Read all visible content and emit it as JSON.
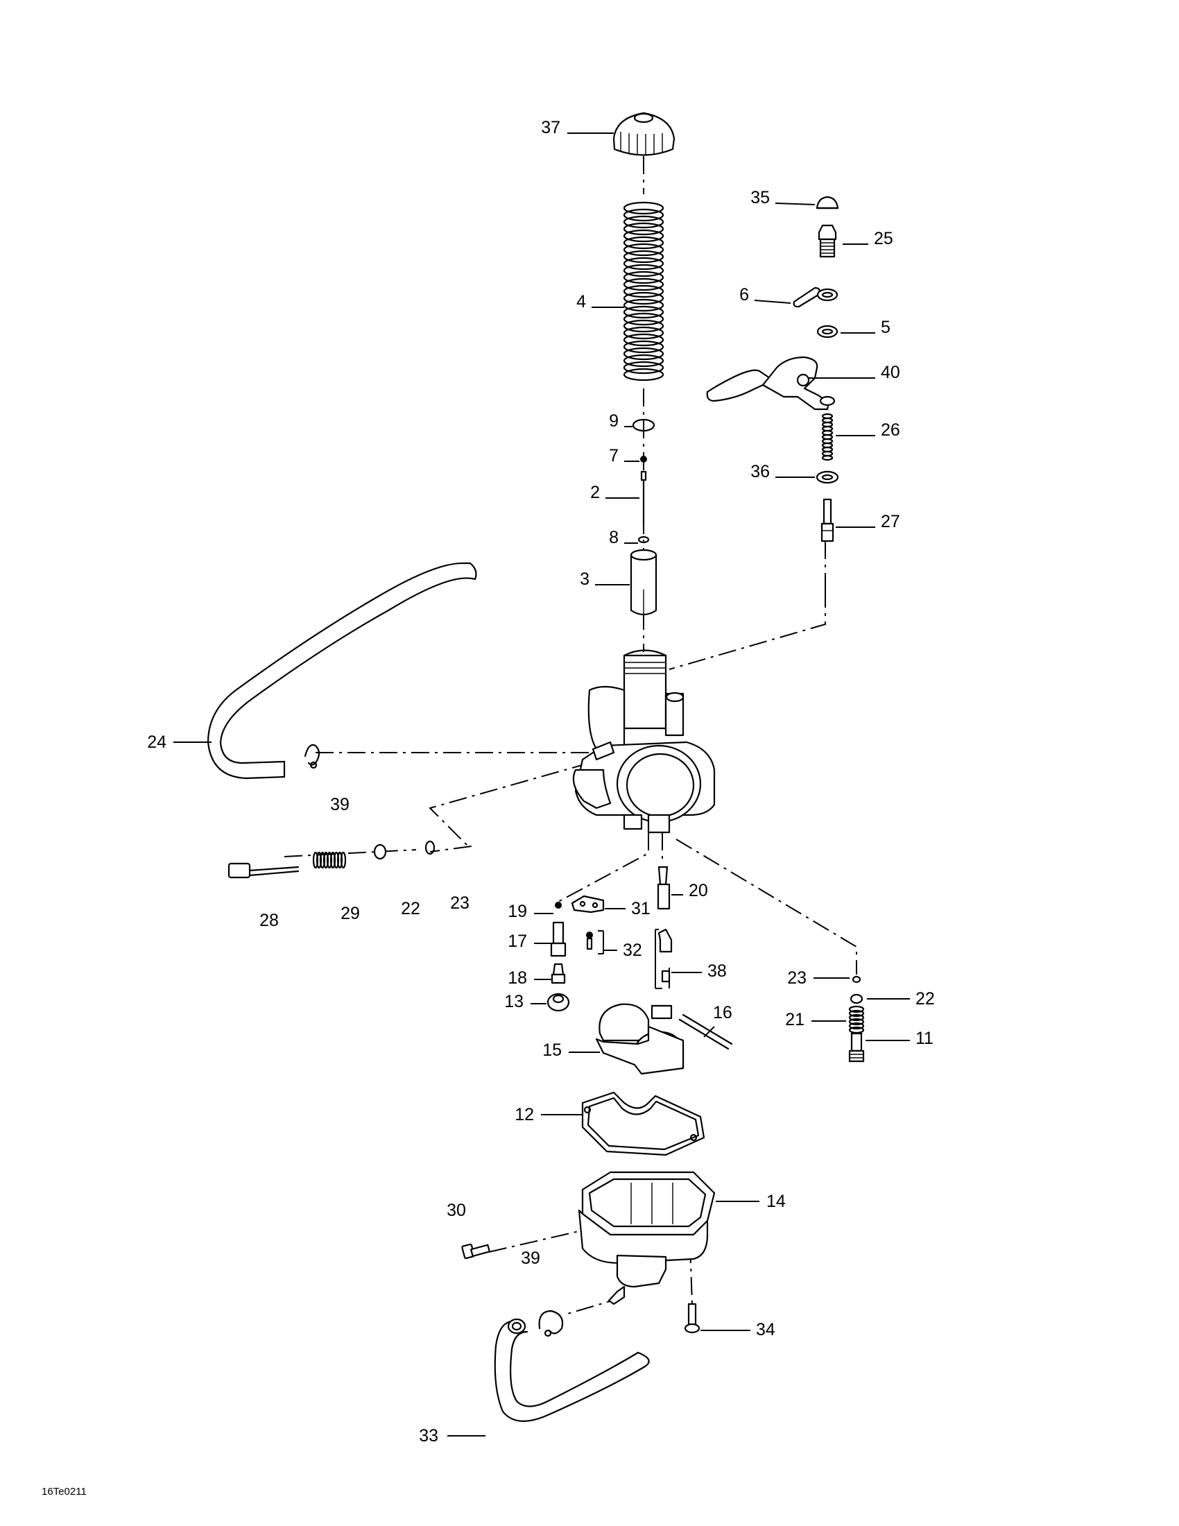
{
  "diagram": {
    "reference_code": "16Te0211",
    "callouts": [
      "37",
      "35",
      "25",
      "4",
      "6",
      "5",
      "40",
      "9",
      "26",
      "7",
      "36",
      "2",
      "27",
      "8",
      "3",
      "24",
      "39",
      "28",
      "29",
      "22",
      "23",
      "20",
      "19",
      "31",
      "17",
      "32",
      "38",
      "18",
      "16",
      "13",
      "15",
      "23",
      "22",
      "21",
      "11",
      "12",
      "30",
      "14",
      "39",
      "34",
      "33"
    ]
  }
}
